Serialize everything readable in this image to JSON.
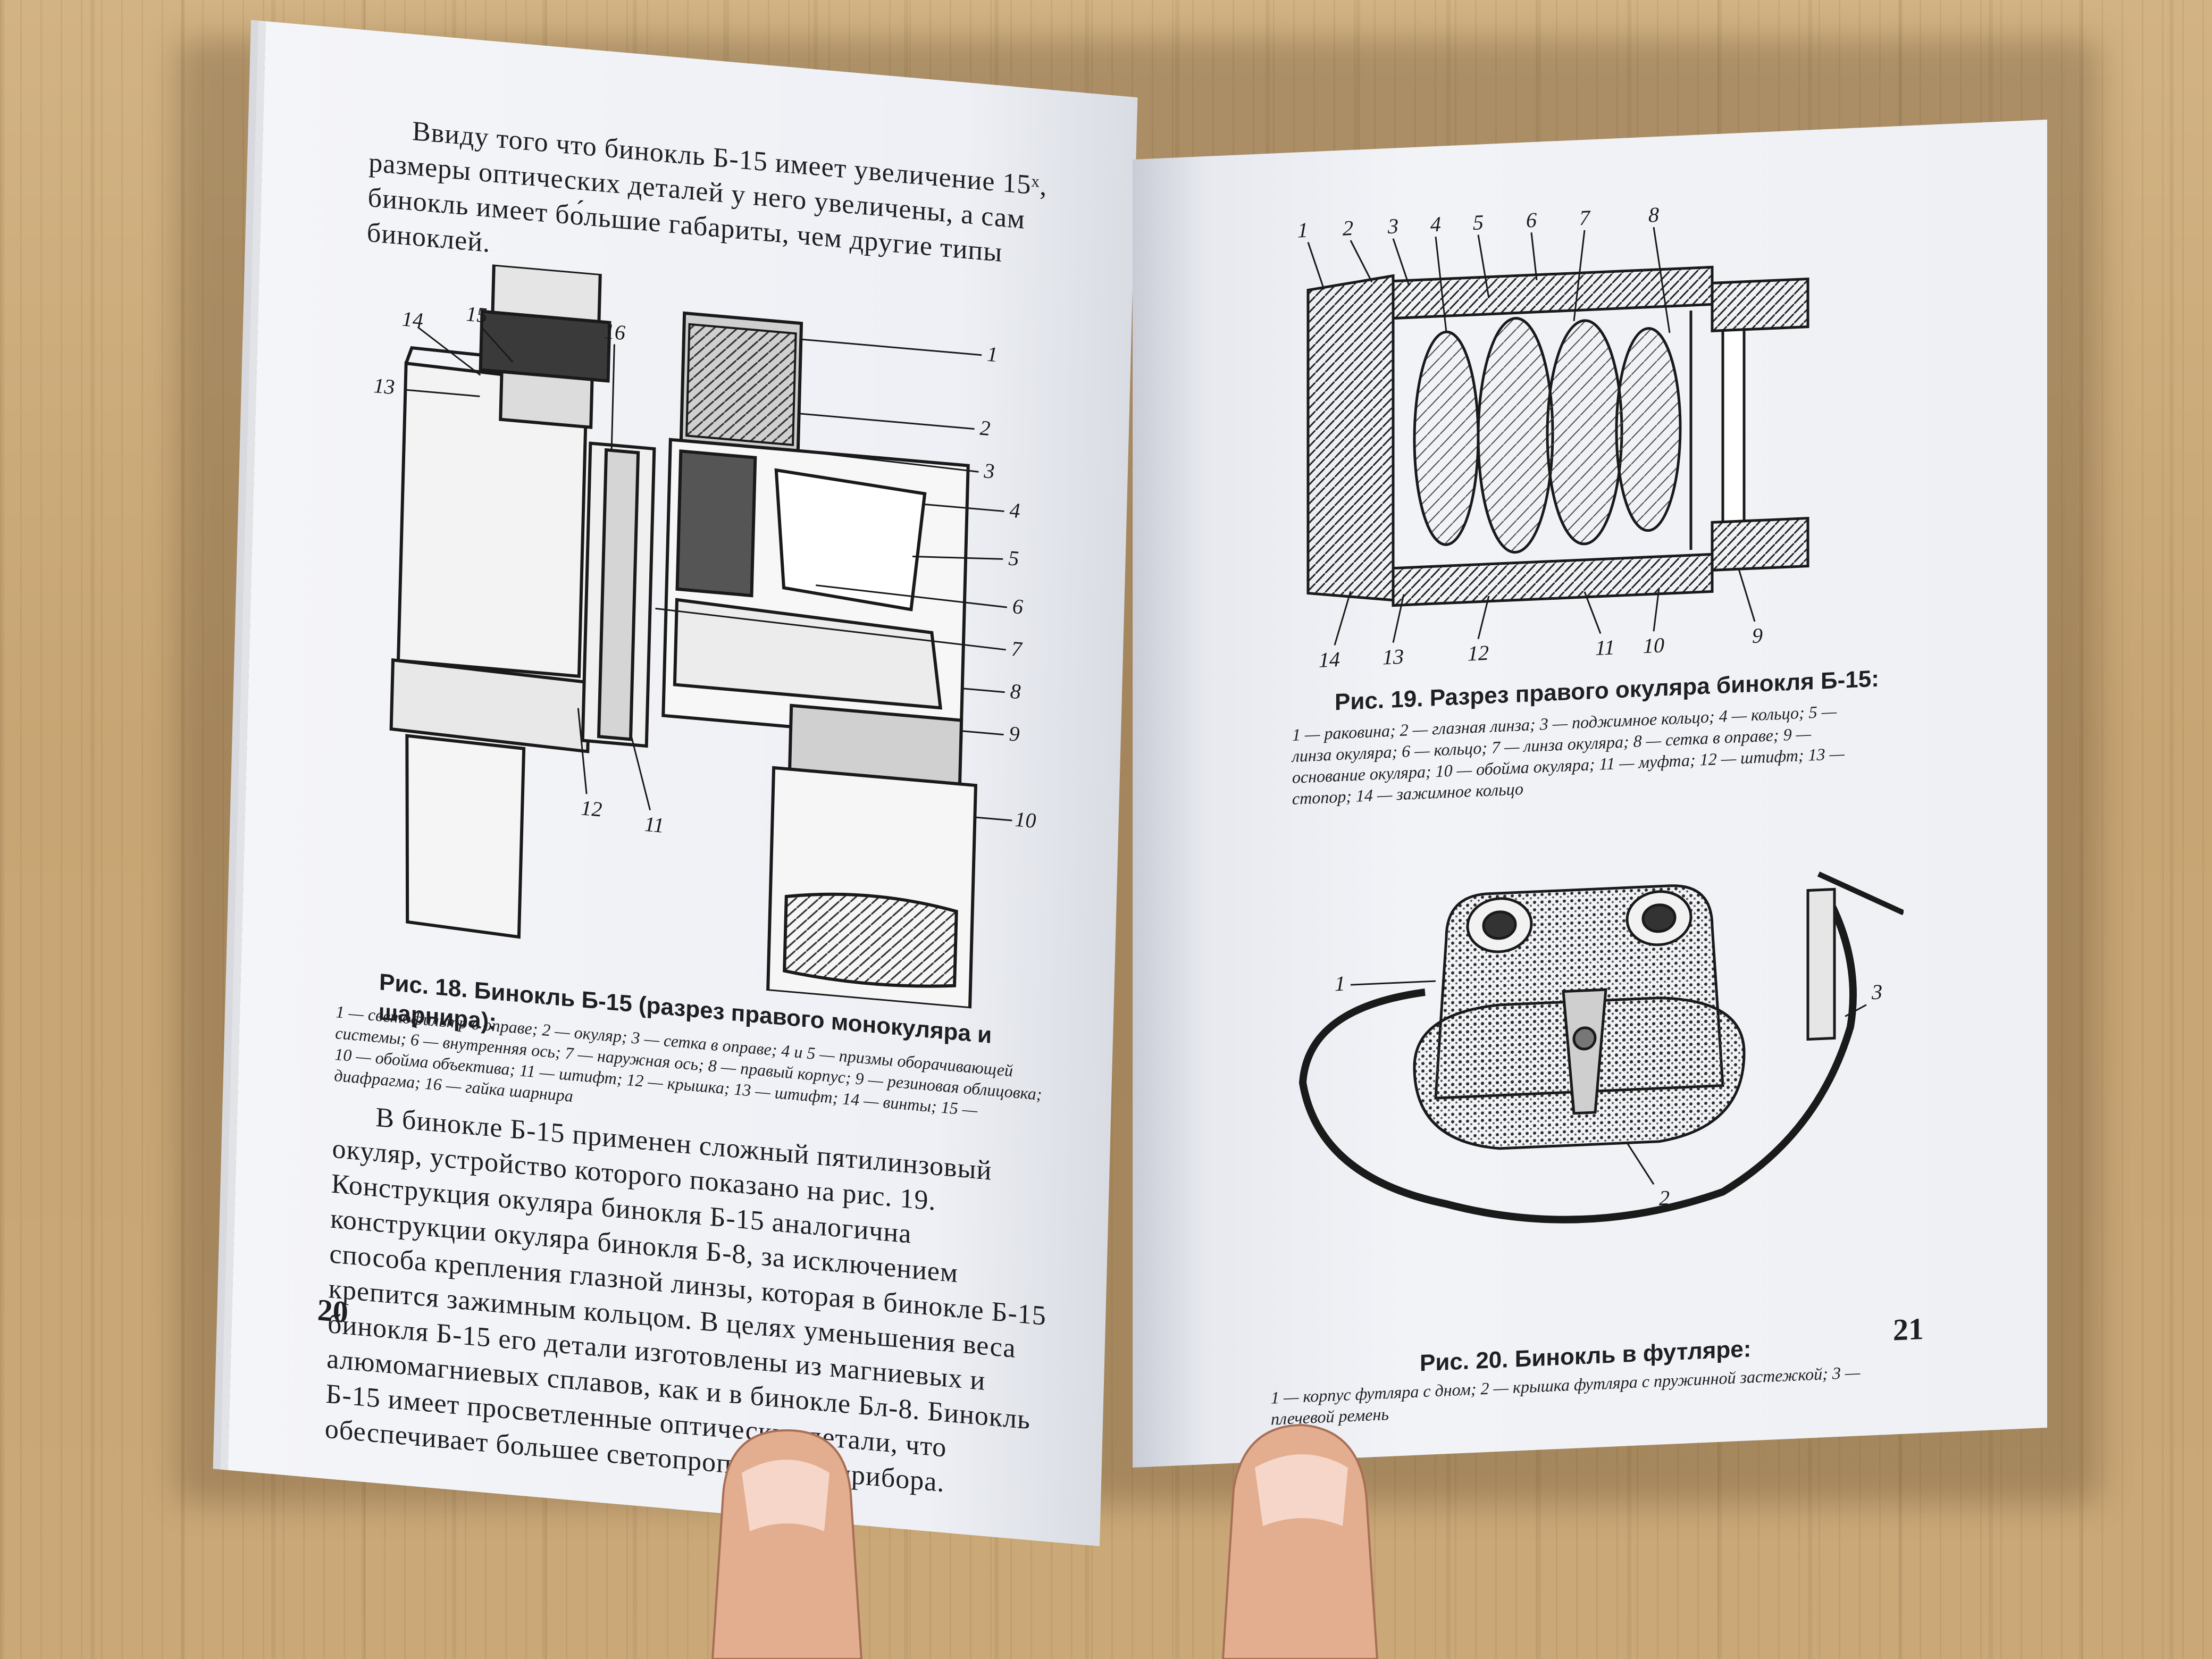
{
  "left_page": {
    "intro_text": "Ввиду того что бинокль Б-15 имеет увеличение 15ˣ, размеры оптических деталей у него увеличены, а сам бинокль имеет бо́льшие габариты, чем другие типы биноклей.",
    "figure18": {
      "title": "Рис. 18. Бинокль Б-15 (разрез правого монокуляра и шарнира):",
      "legend": "1 — светофильтр в оправе; 2 — окуляр; 3 — сетка в оправе; 4 и 5 — призмы оборачивающей системы; 6 — внутренняя ось; 7 — наружная ось; 8 — правый корпус; 9 — резиновая облицовка; 10 — обойма объектива; 11 — штифт; 12 — крышка; 13 — штифт; 14 — винты; 15 — диафрагма; 16 — гайка шарнира",
      "labels": [
        "1",
        "2",
        "3",
        "4",
        "5",
        "6",
        "7",
        "8",
        "9",
        "10",
        "11",
        "12",
        "13",
        "14",
        "15",
        "16"
      ]
    },
    "body_text": "В бинокле Б-15 применен сложный пятилинзовый окуляр, устройство которого показано на рис. 19. Конструкция окуляра бинокля Б-15 аналогична конструкции окуляра бинокля Б-8, за исключением способа крепления глазной линзы, которая в бинокле Б-15 крепится зажимным кольцом. В целях уменьшения веса бинокля Б-15 его детали изготовлены из магниевых и алюмомагниевых сплавов, как и в бинокле Бл-8. Бинокль Б-15 имеет просветленные оптические детали, что обеспечивает большее светопропускание прибора.",
    "page_number": "20"
  },
  "right_page": {
    "figure19": {
      "title": "Рис. 19. Разрез правого окуляра бинокля Б-15:",
      "legend": "1 — раковина; 2 — глазная линза; 3 — поджимное кольцо; 4 — кольцо; 5 — линза окуляра; 6 — кольцо; 7 — линза окуляра; 8 — сетка в оправе; 9 — основание окуляра; 10 — обойма окуляра; 11 — муфта; 12 — штифт; 13 — стопор; 14 — зажимное кольцо",
      "labels_top": [
        "1",
        "2",
        "3",
        "4",
        "5",
        "6",
        "7",
        "8"
      ],
      "labels_bottom": [
        "14",
        "13",
        "12",
        "11",
        "10",
        "9"
      ]
    },
    "figure20": {
      "title": "Рис. 20. Бинокль в футляре:",
      "legend": "1 — корпус футляра с дном; 2 — крышка футляра с пружинной застежкой; 3 — плечевой ремень",
      "labels": [
        "1",
        "2",
        "3"
      ]
    },
    "page_number": "21"
  },
  "colors": {
    "table": "#c9a877",
    "paper": "#eef0f4",
    "ink": "#1f1f22",
    "skin": "#e3ad8f"
  }
}
